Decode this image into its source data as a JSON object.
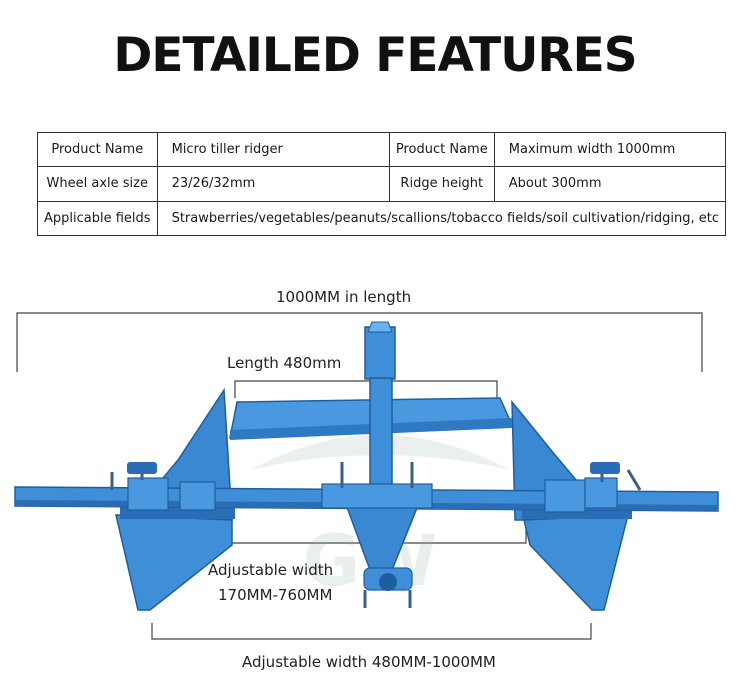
{
  "title": "DETAILED FEATURES",
  "specs": {
    "row1": {
      "k1": "Product Name",
      "v1": "Micro tiller ridger",
      "k2": "Product Name",
      "v2": "Maximum width 1000mm"
    },
    "row2": {
      "k1": "Wheel axle size",
      "v1": "23/26/32mm",
      "k2": "Ridge height",
      "v2": "About 300mm"
    },
    "row3": {
      "k1": "Applicable fields",
      "v1": "Strawberries/vegetables/peanuts/scallions/tobacco fields/soil cultivation/ridging, etc"
    }
  },
  "dimensions": {
    "overall_length": "1000MM in length",
    "blade_length": "Length 480mm",
    "adjustable_width_line1": "Adjustable width",
    "adjustable_width_line2": "170MM-760MM",
    "adjustable_width_total": "Adjustable width 480MM-1000MM"
  },
  "colors": {
    "frame_blue": "#3f8fd8",
    "frame_dark": "#2a6db4",
    "line": "#444444"
  }
}
